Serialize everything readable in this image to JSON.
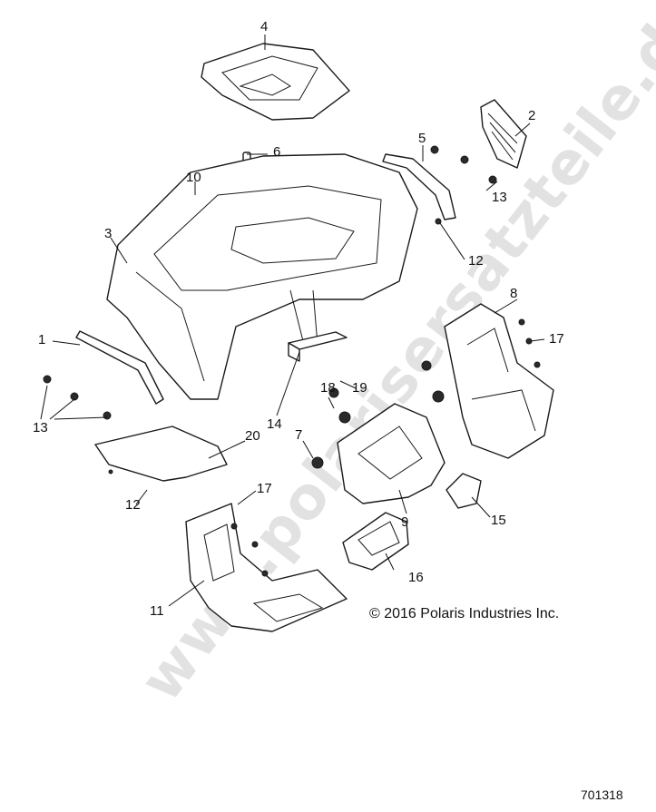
{
  "watermark": "www.polarisersatzteile.de",
  "copyright": "© 2016 Polaris Industries Inc.",
  "document_number": "701318",
  "callouts": [
    "1",
    "2",
    "3",
    "4",
    "5",
    "6",
    "7",
    "8",
    "9",
    "10",
    "11",
    "12",
    "12",
    "13",
    "13",
    "14",
    "15",
    "16",
    "17",
    "17",
    "18",
    "19",
    "20"
  ]
}
